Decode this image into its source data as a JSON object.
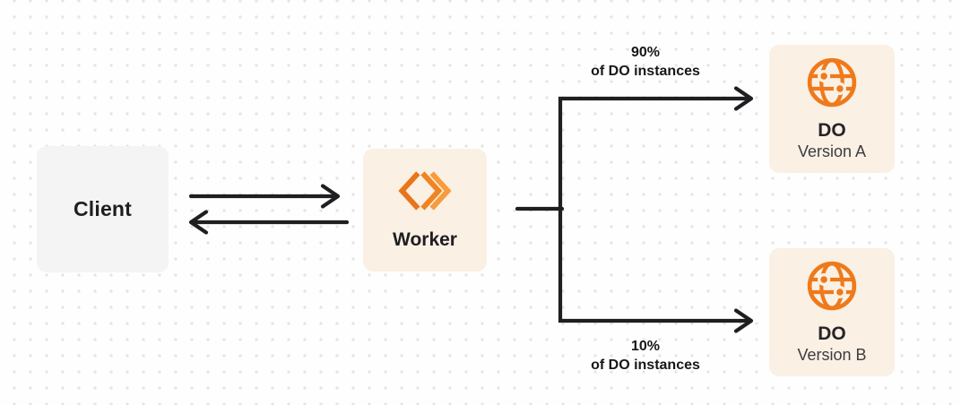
{
  "nodes": {
    "client": {
      "label": "Client"
    },
    "worker": {
      "label": "Worker",
      "icon": "workers-logo-icon"
    },
    "do_version_a": {
      "title": "DO",
      "subtitle": "Version A",
      "icon": "globe-icon"
    },
    "do_version_b": {
      "title": "DO",
      "subtitle": "Version B",
      "icon": "globe-icon"
    }
  },
  "edges": {
    "client_worker": {
      "type": "request-arrow",
      "direction": "right"
    },
    "worker_client": {
      "type": "response-arrow",
      "direction": "left"
    },
    "top_branch": {
      "line1": "90%",
      "line2": "of DO instances"
    },
    "bottom_branch": {
      "line1": "10%",
      "line2": "of DO instances"
    }
  },
  "colors": {
    "orange": "#ee7a1c",
    "orange_dark": "#e8751c",
    "orange_light": "#f79c3d",
    "card_cream": "#faf0e3",
    "card_gray": "#f4f4f5",
    "connector": "#1f1f22",
    "text_primary": "#1e1e21",
    "text_secondary": "#3c3c42",
    "dot_grid": "#e5e5e7",
    "background": "#fefefe"
  }
}
